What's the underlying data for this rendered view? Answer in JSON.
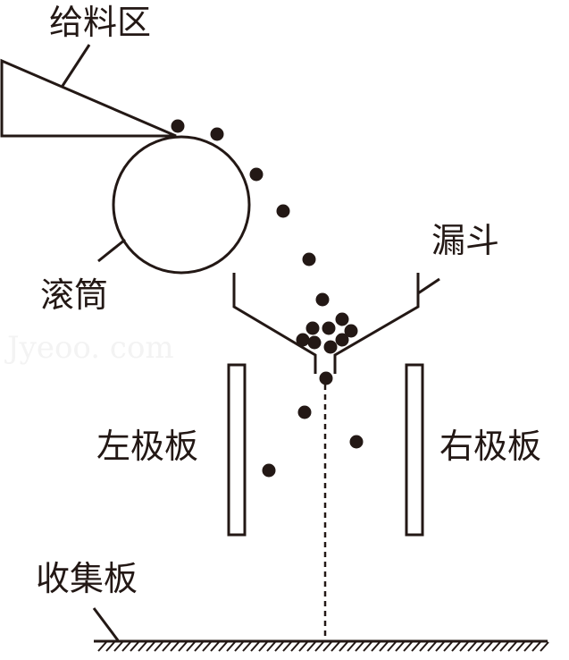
{
  "labels": {
    "feed_zone": "给料区",
    "drum": "滚筒",
    "funnel": "漏斗",
    "left_plate": "左极板",
    "right_plate": "右极板",
    "collector": "收集板"
  },
  "watermark": "Jyeoo. com",
  "colors": {
    "ink": "#231815"
  }
}
